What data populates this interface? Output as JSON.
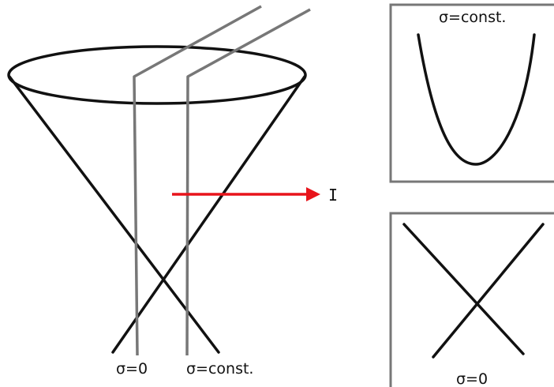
{
  "labels": {
    "plane_zero": "σ=0",
    "plane_const": "σ=const.",
    "arrow_label": "I",
    "top_panel_title": "σ=const.",
    "bottom_panel_title": "σ=0"
  },
  "colors": {
    "cone": "#111111",
    "planes": "#777777",
    "arrow": "#e8141b",
    "panel_frame": "#777777"
  }
}
